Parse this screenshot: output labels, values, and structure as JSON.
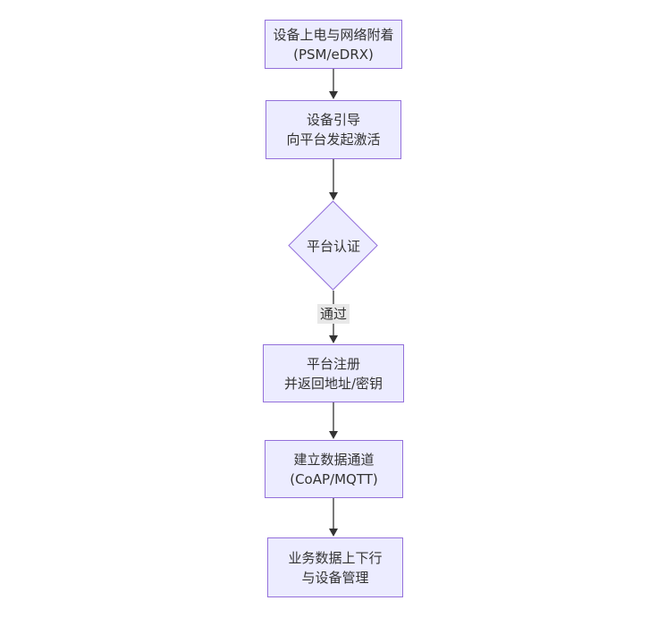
{
  "diagram": {
    "type": "flowchart-top-down",
    "colors": {
      "node_fill": "#ECECFF",
      "node_border": "#9370DB",
      "text": "#333333",
      "edge": "#333333",
      "edge_label_bg": "#e8e8e8",
      "background": "#ffffff"
    },
    "nodes": [
      {
        "id": "power-attach",
        "shape": "rect",
        "lines": [
          "设备上电与网络附着",
          "(PSM/eDRX)"
        ]
      },
      {
        "id": "bootstrap",
        "shape": "rect",
        "lines": [
          "设备引导",
          "向平台发起激活"
        ]
      },
      {
        "id": "platform-auth",
        "shape": "diamond",
        "lines": [
          "平台认证"
        ]
      },
      {
        "id": "register",
        "shape": "rect",
        "lines": [
          "平台注册",
          "并返回地址/密钥"
        ]
      },
      {
        "id": "data-channel",
        "shape": "rect",
        "lines": [
          "建立数据通道",
          "(CoAP/MQTT)"
        ]
      },
      {
        "id": "business-data",
        "shape": "rect",
        "lines": [
          "业务数据上下行",
          "与设备管理"
        ]
      }
    ],
    "edges": [
      {
        "from": "power-attach",
        "to": "bootstrap",
        "label": ""
      },
      {
        "from": "bootstrap",
        "to": "platform-auth",
        "label": ""
      },
      {
        "from": "platform-auth",
        "to": "register",
        "label": "通过"
      },
      {
        "from": "register",
        "to": "data-channel",
        "label": ""
      },
      {
        "from": "data-channel",
        "to": "business-data",
        "label": ""
      }
    ]
  }
}
